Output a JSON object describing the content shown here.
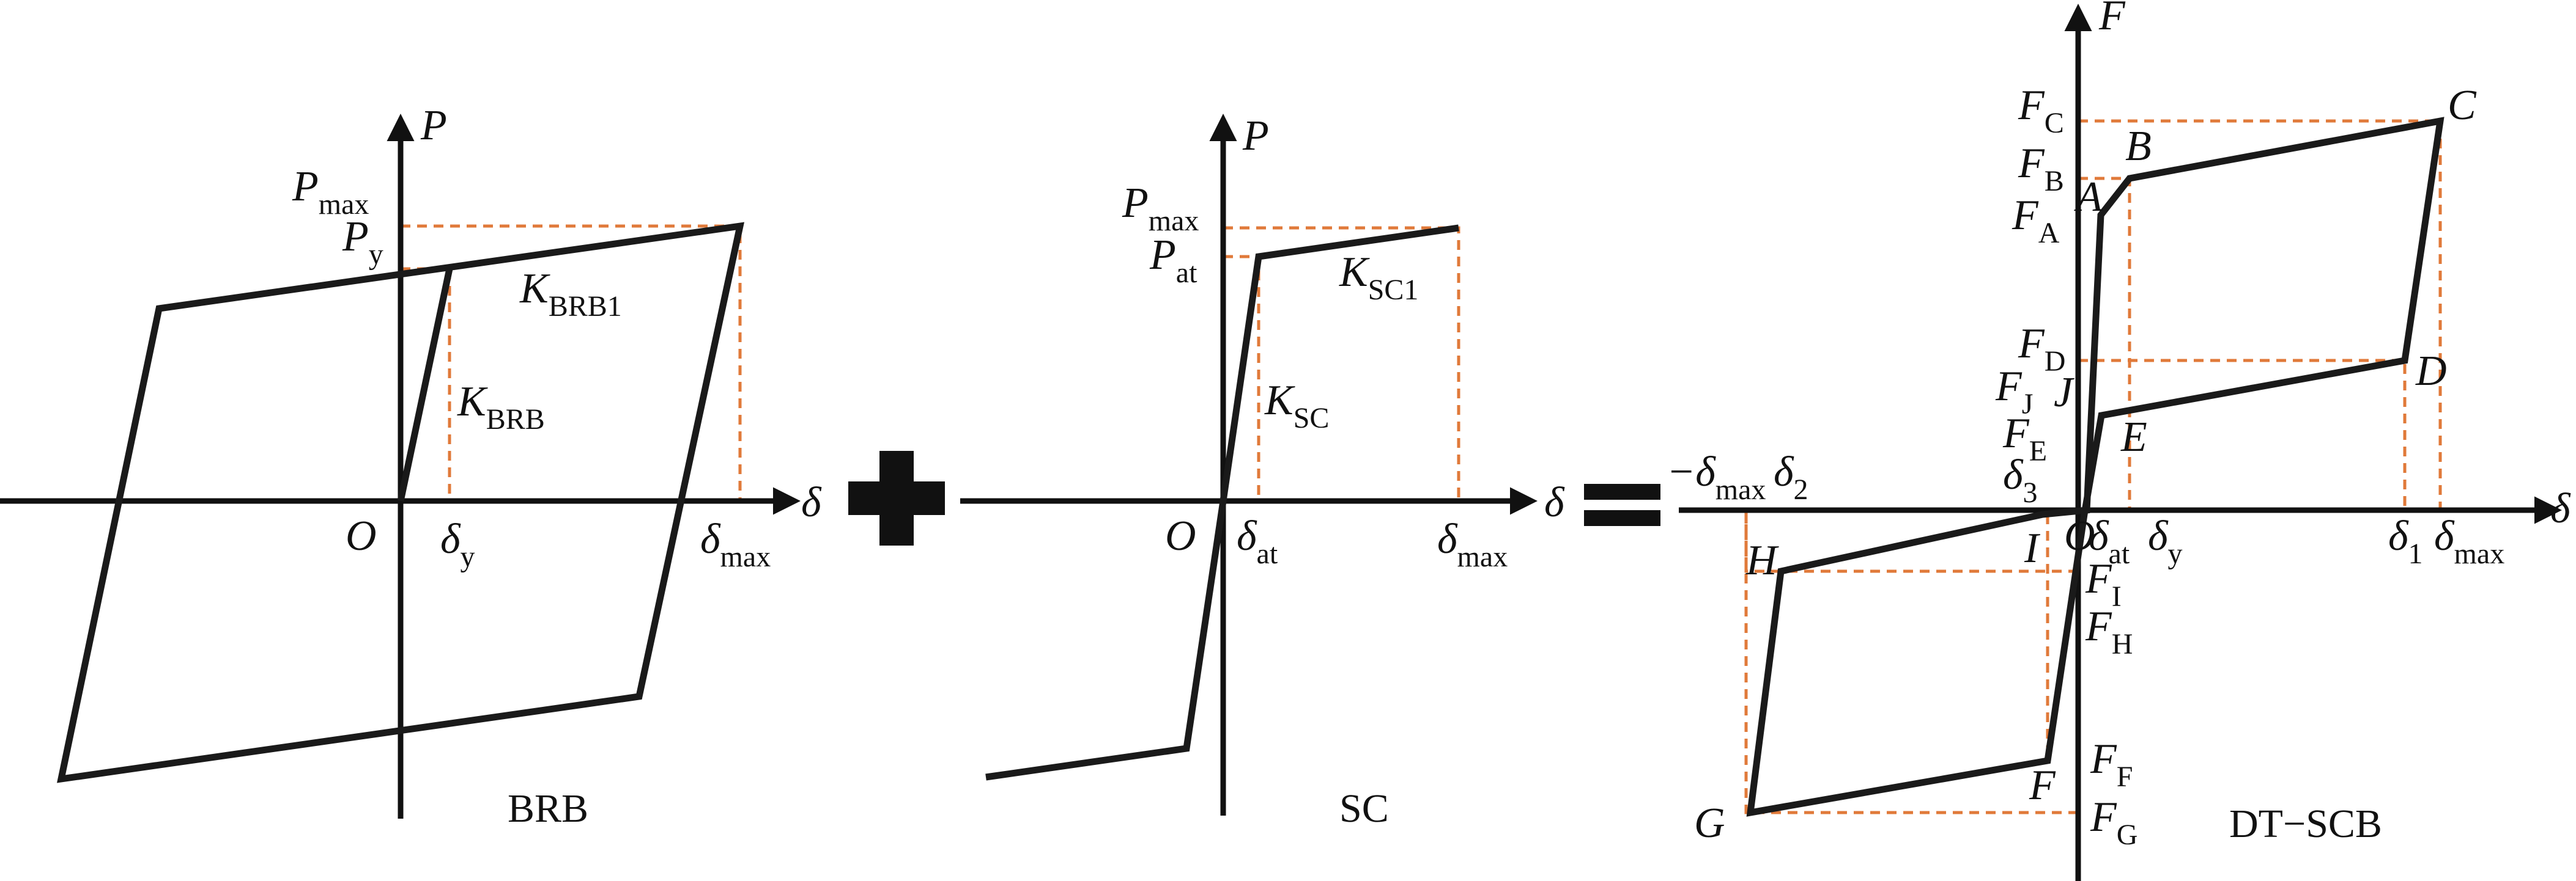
{
  "panels": {
    "brb": {
      "caption": "BRB",
      "axis_y": "P",
      "axis_x": "δ",
      "origin": "O",
      "labels": {
        "p_max": "P",
        "p_max_sub": "max",
        "p_y": "P",
        "p_y_sub": "y",
        "k_brb1": "K",
        "k_brb1_sub": "BRB1",
        "k_brb": "K",
        "k_brb_sub": "BRB",
        "delta_y": "δ",
        "delta_y_sub": "y",
        "delta_max": "δ",
        "delta_max_sub": "max"
      }
    },
    "sc": {
      "caption": "SC",
      "axis_y": "P",
      "axis_x": "δ",
      "origin": "O",
      "labels": {
        "p_max": "P",
        "p_max_sub": "max",
        "p_at": "P",
        "p_at_sub": "at",
        "k_sc1": "K",
        "k_sc1_sub": "SC1",
        "k_sc": "K",
        "k_sc_sub": "SC",
        "delta_at": "δ",
        "delta_at_sub": "at",
        "delta_max": "δ",
        "delta_max_sub": "max"
      }
    },
    "dtscb": {
      "caption": "DT−SCB",
      "axis_y": "F",
      "axis_x": "δ",
      "origin": "O",
      "points": [
        "A",
        "B",
        "C",
        "D",
        "E",
        "F",
        "G",
        "H",
        "I",
        "J"
      ],
      "force_labels": {
        "fc": "F",
        "fc_sub": "C",
        "fb": "F",
        "fb_sub": "B",
        "fa": "F",
        "fa_sub": "A",
        "fd": "F",
        "fd_sub": "D",
        "fj": "F",
        "fj_sub": "J",
        "fe": "F",
        "fe_sub": "E",
        "fi": "F",
        "fi_sub": "I",
        "fh": "F",
        "fh_sub": "H",
        "ff": "F",
        "ff_sub": "F",
        "fg": "F",
        "fg_sub": "G"
      },
      "disp_labels": {
        "neg_dmax": "−δ",
        "neg_dmax_sub": "max",
        "d2": "δ",
        "d2_sub": "2",
        "d3": "δ",
        "d3_sub": "3",
        "dat": "δ",
        "dat_sub": "at",
        "dy": "δ",
        "dy_sub": "y",
        "d1": "δ",
        "d1_sub": "1",
        "dmax": "δ",
        "dmax_sub": "max"
      }
    }
  },
  "operators": [
    "plus",
    "equals"
  ],
  "colors": {
    "curve": "#1a1a1a",
    "axis": "#111111",
    "guide": "#e07a3a"
  }
}
